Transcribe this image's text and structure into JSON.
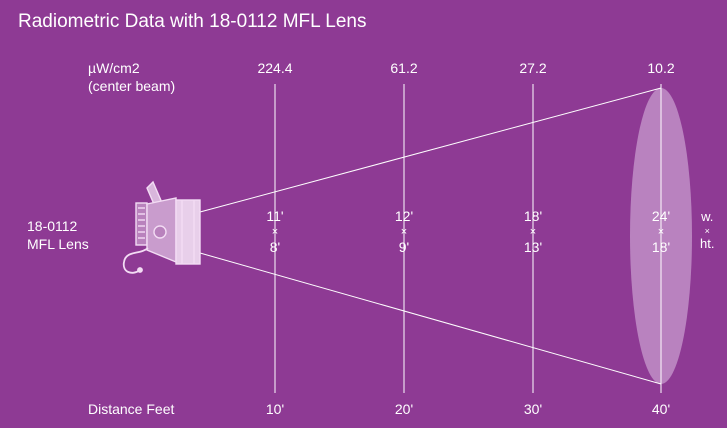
{
  "title": "Radiometric Data with 18-0112 MFL Lens",
  "irradiance_label_line1": "µW/cm2",
  "irradiance_label_line2": "(center beam)",
  "lens_label_line1": "18-0112",
  "lens_label_line2": "MFL Lens",
  "distance_label": "Distance Feet",
  "cross_symbol": "×",
  "w_label": "w.",
  "ht_label": "ht.",
  "stations": [
    {
      "distance": "10'",
      "irradiance": "224.4",
      "width": "11'",
      "height": "8'"
    },
    {
      "distance": "20'",
      "irradiance": "61.2",
      "width": "12'",
      "height": "9'"
    },
    {
      "distance": "30'",
      "irradiance": "27.2",
      "width": "18'",
      "height": "13'"
    },
    {
      "distance": "40'",
      "irradiance": "10.2",
      "width": "24'",
      "height": "18'"
    }
  ],
  "colors": {
    "background": "#8e3a94",
    "lines": "#ffffff",
    "beam_ellipse": "#c79bcd"
  }
}
